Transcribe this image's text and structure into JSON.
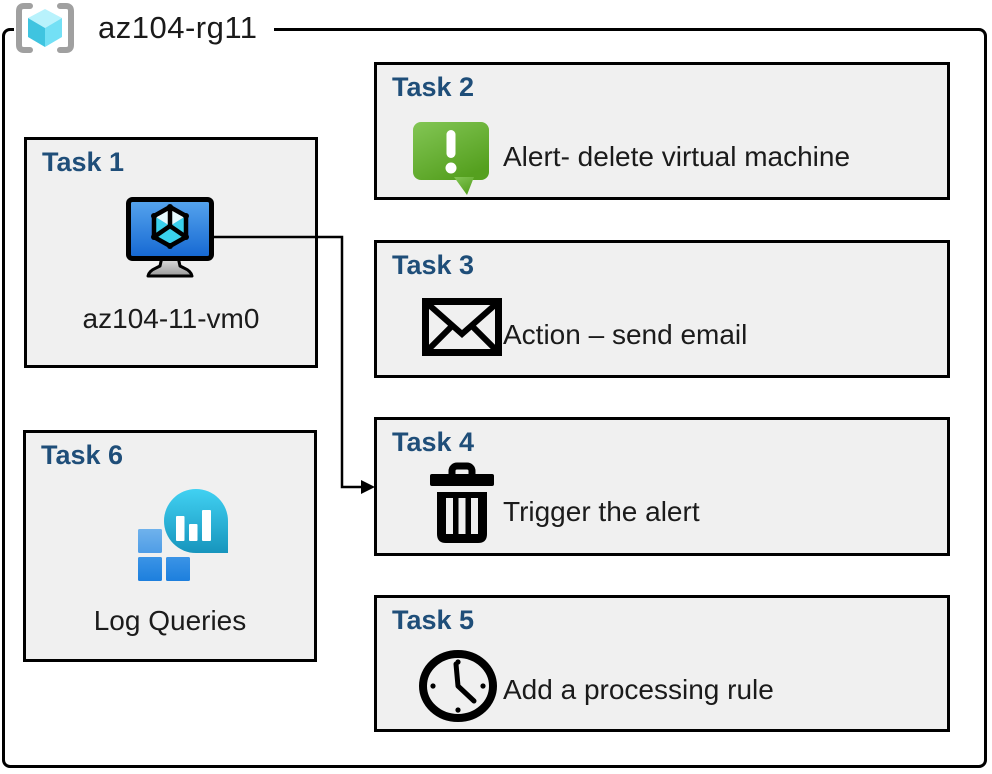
{
  "resource_group": {
    "label": "az104-rg11",
    "icon": "resource-group-icon"
  },
  "tasks": [
    {
      "heading": "Task 1",
      "label": "az104-11-vm0",
      "icon": "virtual-machine-icon"
    },
    {
      "heading": "Task 2",
      "label": "Alert- delete virtual machine",
      "icon": "alert-icon"
    },
    {
      "heading": "Task 3",
      "label": "Action – send email",
      "icon": "email-icon"
    },
    {
      "heading": "Task 4",
      "label": "Trigger the alert",
      "icon": "trash-icon"
    },
    {
      "heading": "Task 5",
      "label": "Add a processing rule",
      "icon": "clock-icon"
    },
    {
      "heading": "Task 6",
      "label": "Log Queries",
      "icon": "log-queries-icon"
    }
  ],
  "connector": {
    "from": "Task 1",
    "to": "Task 4"
  },
  "colors": {
    "heading": "#1f4e79",
    "box_fill": "#f0f0f0",
    "box_border": "#000000",
    "alert_green_top": "#83c655",
    "alert_green_bottom": "#55a01f",
    "vm_screen_top": "#57a5ee",
    "vm_screen_bottom": "#1467d2",
    "log_bubble_top": "#41d1f2",
    "log_bubble_bottom": "#1795bd",
    "rg_cube_top": "#b8f2fc",
    "rg_cube_left": "#3fc4e0",
    "rg_cube_right": "#73e0f5",
    "rg_bracket_gray": "#a0a0a0"
  }
}
